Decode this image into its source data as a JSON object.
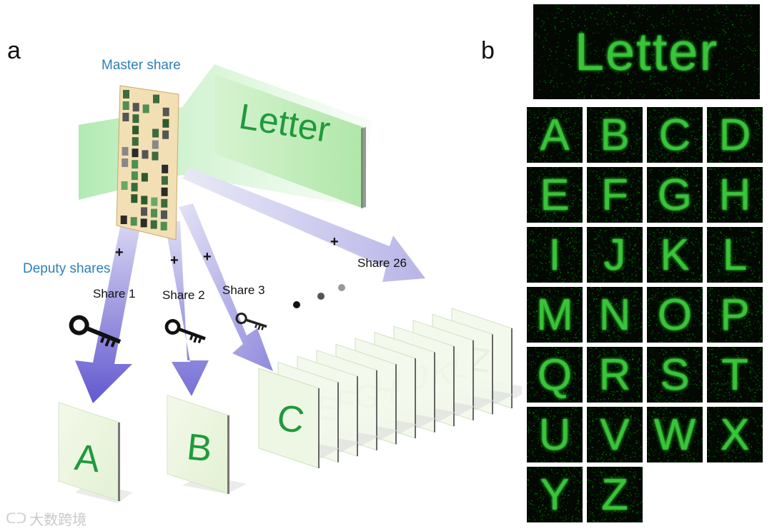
{
  "panel_a": {
    "label": "a",
    "master_share_label": "Master share",
    "deputy_shares_label": "Deputy shares",
    "projected_word": "Letter",
    "shares": [
      {
        "label": "Share 1",
        "plus": "+",
        "screen_letter": "A"
      },
      {
        "label": "Share 2",
        "plus": "+",
        "screen_letter": "B"
      },
      {
        "label": "Share 3",
        "plus": "+",
        "screen_letter": "C"
      },
      {
        "label": "Share 26",
        "plus": "+",
        "screen_letter": "Z"
      }
    ],
    "stack_letters": [
      "D",
      "E",
      "F",
      "G",
      "H",
      "I",
      "J",
      "K",
      "L",
      "Z"
    ],
    "ellipsis": "• • •"
  },
  "panel_b": {
    "label": "b",
    "top_word": "Letter",
    "letters": [
      "A",
      "B",
      "C",
      "D",
      "E",
      "F",
      "G",
      "H",
      "I",
      "J",
      "K",
      "L",
      "M",
      "N",
      "O",
      "P",
      "Q",
      "R",
      "S",
      "T",
      "U",
      "V",
      "W",
      "X",
      "Y",
      "Z"
    ]
  },
  "watermark": {
    "text": "大数跨境"
  },
  "colors": {
    "green_glow": "#3cc83c",
    "screen_letter": "#1f9a3c",
    "label_blue": "#2e7fb8",
    "arrow_purple": "#7a72d6"
  }
}
